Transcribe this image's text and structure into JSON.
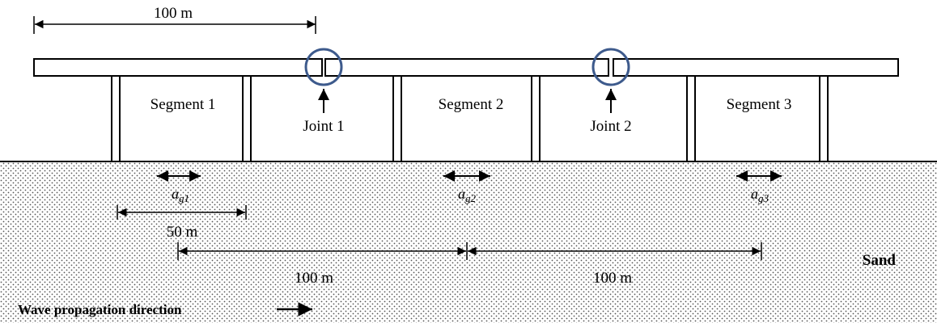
{
  "dimensions": {
    "top_span": "100 m",
    "pier_span": "50 m",
    "spacing_1": "100 m",
    "spacing_2": "100 m"
  },
  "segments": [
    "Segment 1",
    "Segment 2",
    "Segment 3"
  ],
  "joints": [
    "Joint 1",
    "Joint 2"
  ],
  "accelerations": [
    {
      "base": "a",
      "sub": "g1"
    },
    {
      "base": "a",
      "sub": "g2"
    },
    {
      "base": "a",
      "sub": "g3"
    }
  ],
  "soil_label": "Sand",
  "wave_label": "Wave propagation direction",
  "colors": {
    "joint_circle": "#3d5a8c",
    "soil_dots": "#555555",
    "line": "#000000"
  }
}
